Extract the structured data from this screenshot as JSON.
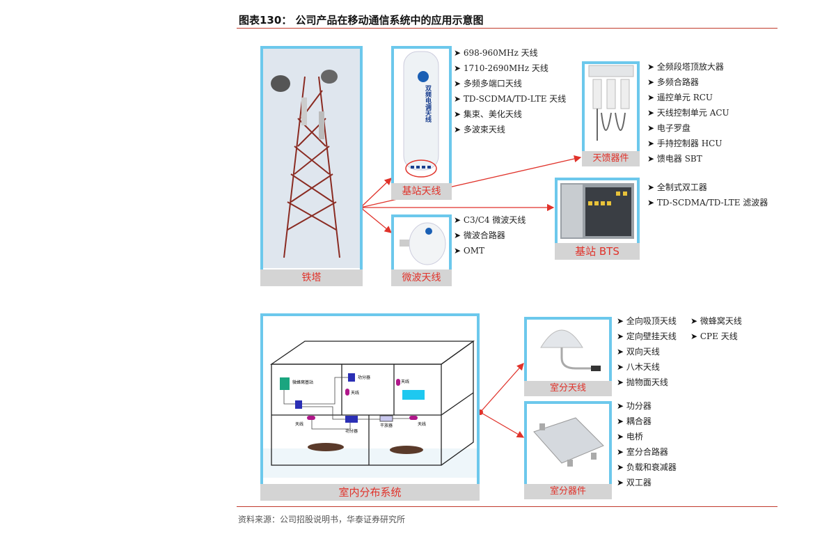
{
  "title": "图表130： 公司产品在移动通信系统中的应用示意图",
  "source": "资料来源：公司招股说明书，华泰证券研究所",
  "colors": {
    "accent": "#e0322a",
    "frame": "#6cc8ec",
    "caption_bg": "#d4d4d4"
  },
  "tower": {
    "caption": "铁塔"
  },
  "base_antenna": {
    "caption": "基站天线",
    "label": "双频电调天线",
    "items": [
      "698-960MHz 天线",
      "1710-2690MHz 天线",
      "多频多端口天线",
      "TD-SCDMA/TD-LTE 天线",
      "集束、美化天线",
      "多波束天线"
    ]
  },
  "microwave": {
    "caption": "微波天线",
    "items": [
      "C3/C4 微波天线",
      "微波合路器",
      "OMT"
    ]
  },
  "feeder": {
    "caption": "天馈器件",
    "items": [
      "全频段塔顶放大器",
      "多频合路器",
      "遥控单元 RCU",
      "天线控制单元 ACU",
      "电子罗盘",
      "手持控制器 HCU",
      "馈电器 SBT"
    ]
  },
  "bts": {
    "caption": "基站 BTS",
    "items": [
      "全制式双工器",
      "TD-SCDMA/TD-LTE 滤波器"
    ]
  },
  "indoor": {
    "caption": "室内分布系统",
    "labels": {
      "micro_bs": "微蜂窝基站",
      "splitter1": "功分器",
      "ant1": "天线",
      "ant2": "天线",
      "ant3": "天线",
      "splitter2": "功分器",
      "amp": "干放器",
      "ant4": "天线"
    }
  },
  "indoor_antenna": {
    "caption": "室分天线",
    "items": [
      "全向吸顶天线",
      "定向壁挂天线",
      "双向天线",
      "八木天线",
      "抛物面天线"
    ],
    "items2": [
      "微蜂窝天线",
      "CPE 天线"
    ]
  },
  "indoor_parts": {
    "caption": "室分器件",
    "items": [
      "功分器",
      "耦合器",
      "电桥",
      "室分合路器",
      "负载和衰减器",
      "双工器"
    ]
  }
}
